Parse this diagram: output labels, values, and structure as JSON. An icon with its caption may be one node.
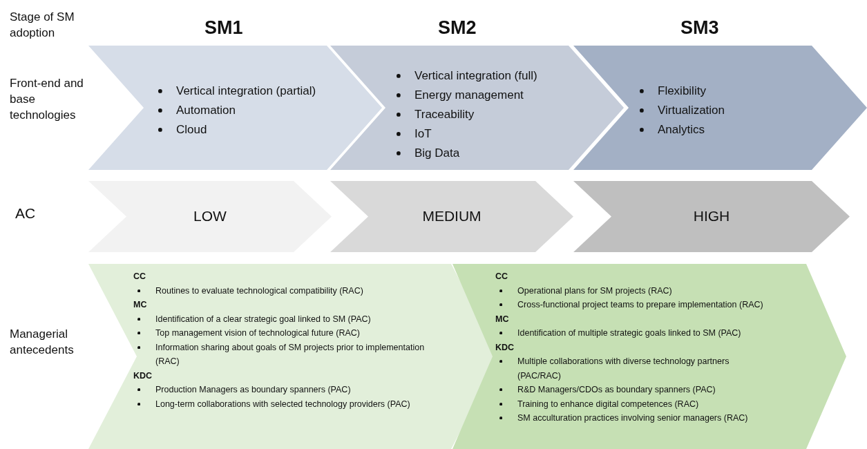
{
  "diagram": {
    "nodes": [
      {
        "text": [
          "Vertical integration (partial)",
          "Automation",
          "Cloud"
        ]
      },
      {
        "text": [
          "Vertical integration (full)",
          "Energy management",
          "Traceability",
          "IoT",
          "Big Data"
        ]
      },
      {
        "text": [
          "Flexibility",
          "Virtualization",
          "Analytics"
        ]
      },
      {
        "text": [
          "LOW"
        ]
      },
      {
        "text": [
          "MEDIUM"
        ]
      },
      {
        "text": [
          "HIGH"
        ]
      },
      {
        "text": [
          "CC",
          "Routines to evaluate technological compatibility (RAC)",
          "MC",
          "Identification of a clear strategic goal linked to SM (PAC)",
          "Top management vision of technological future (RAC)",
          "Information sharing about goals of SM projects prior to implementation (RAC)",
          "KDC",
          "Production Managers as boundary spanners (PAC)",
          "Long-term collaborations with selected technology providers (PAC)"
        ]
      },
      {
        "text": [
          "CC",
          "Operational plans for SM projects (RAC)",
          "Cross-functional project teams to prepare implementation (RAC)",
          "MC",
          "Identification of multiple strategic goals linked to SM (PAC)",
          "KDC",
          "Multiple collaborations with diverse technology  partners (PAC/RAC)",
          "R&D Managers/CDOs as boundary spanners (PAC)",
          "Training to enhance digital competences (RAC)",
          "SM acculturation practices involving senior managers (RAC)"
        ]
      }
    ],
    "labels": [
      "Stage of SM adoption",
      "SM1",
      "SM2",
      "SM3",
      "Front-end and base technologies",
      "AC",
      "Managerial antecedents"
    ]
  }
}
